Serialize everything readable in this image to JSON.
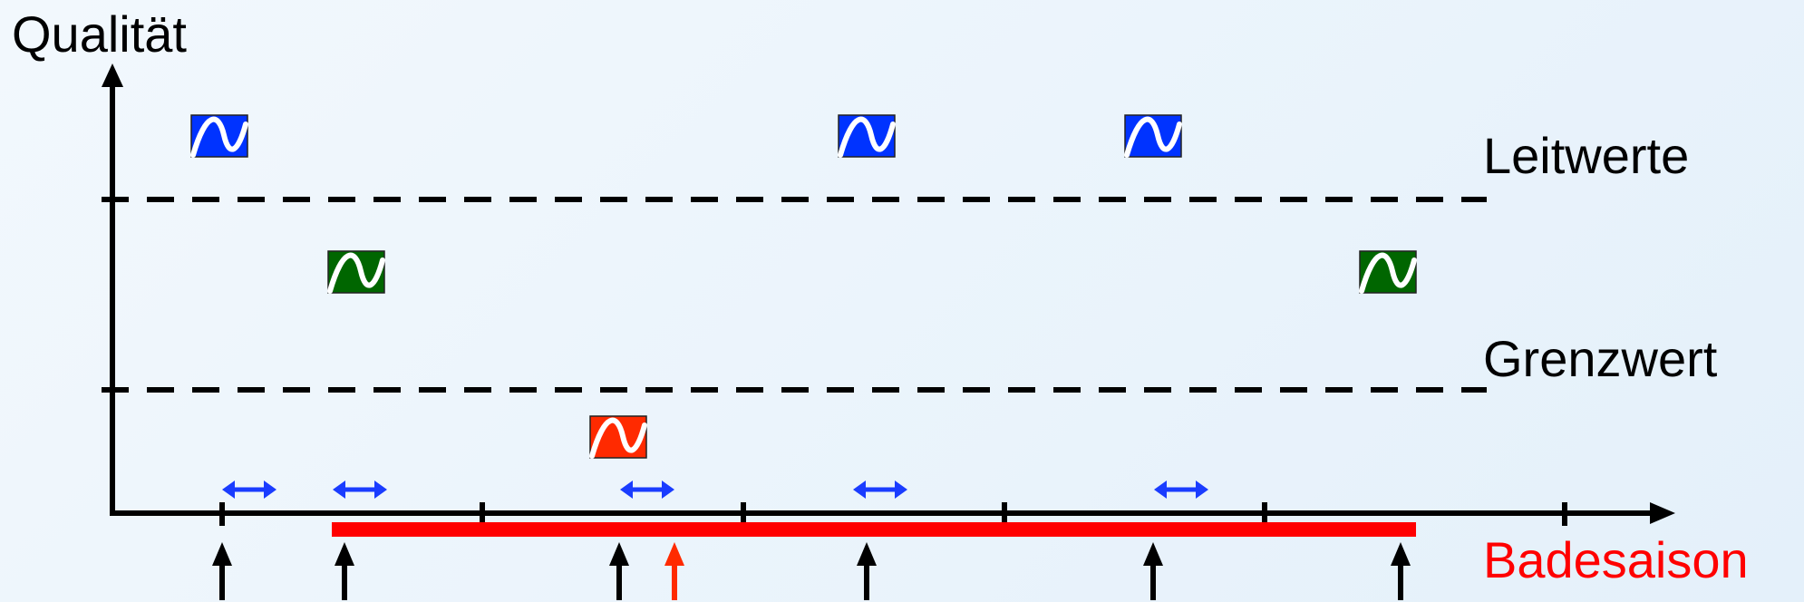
{
  "axis": {
    "y_label": "Qualität"
  },
  "thresholds": {
    "upper_label": "Leitwerte",
    "lower_label": "Grenzwert"
  },
  "season": {
    "label": "Badesaison",
    "color": "#ff0000"
  },
  "colors": {
    "good": "#0033ff",
    "sufficient": "#006600",
    "poor": "#ff2a00",
    "interval_arrow": "#1a3cff",
    "axis": "#000000",
    "alert_arrow": "#ff2a00"
  },
  "samples": [
    {
      "rating": "good"
    },
    {
      "rating": "sufficient"
    },
    {
      "rating": "poor"
    },
    {
      "rating": "good"
    },
    {
      "rating": "good"
    },
    {
      "rating": "sufficient"
    }
  ],
  "interval_arrow_count": 5,
  "sampling_arrows": [
    "normal",
    "normal",
    "normal",
    "alert",
    "normal",
    "normal",
    "normal"
  ]
}
